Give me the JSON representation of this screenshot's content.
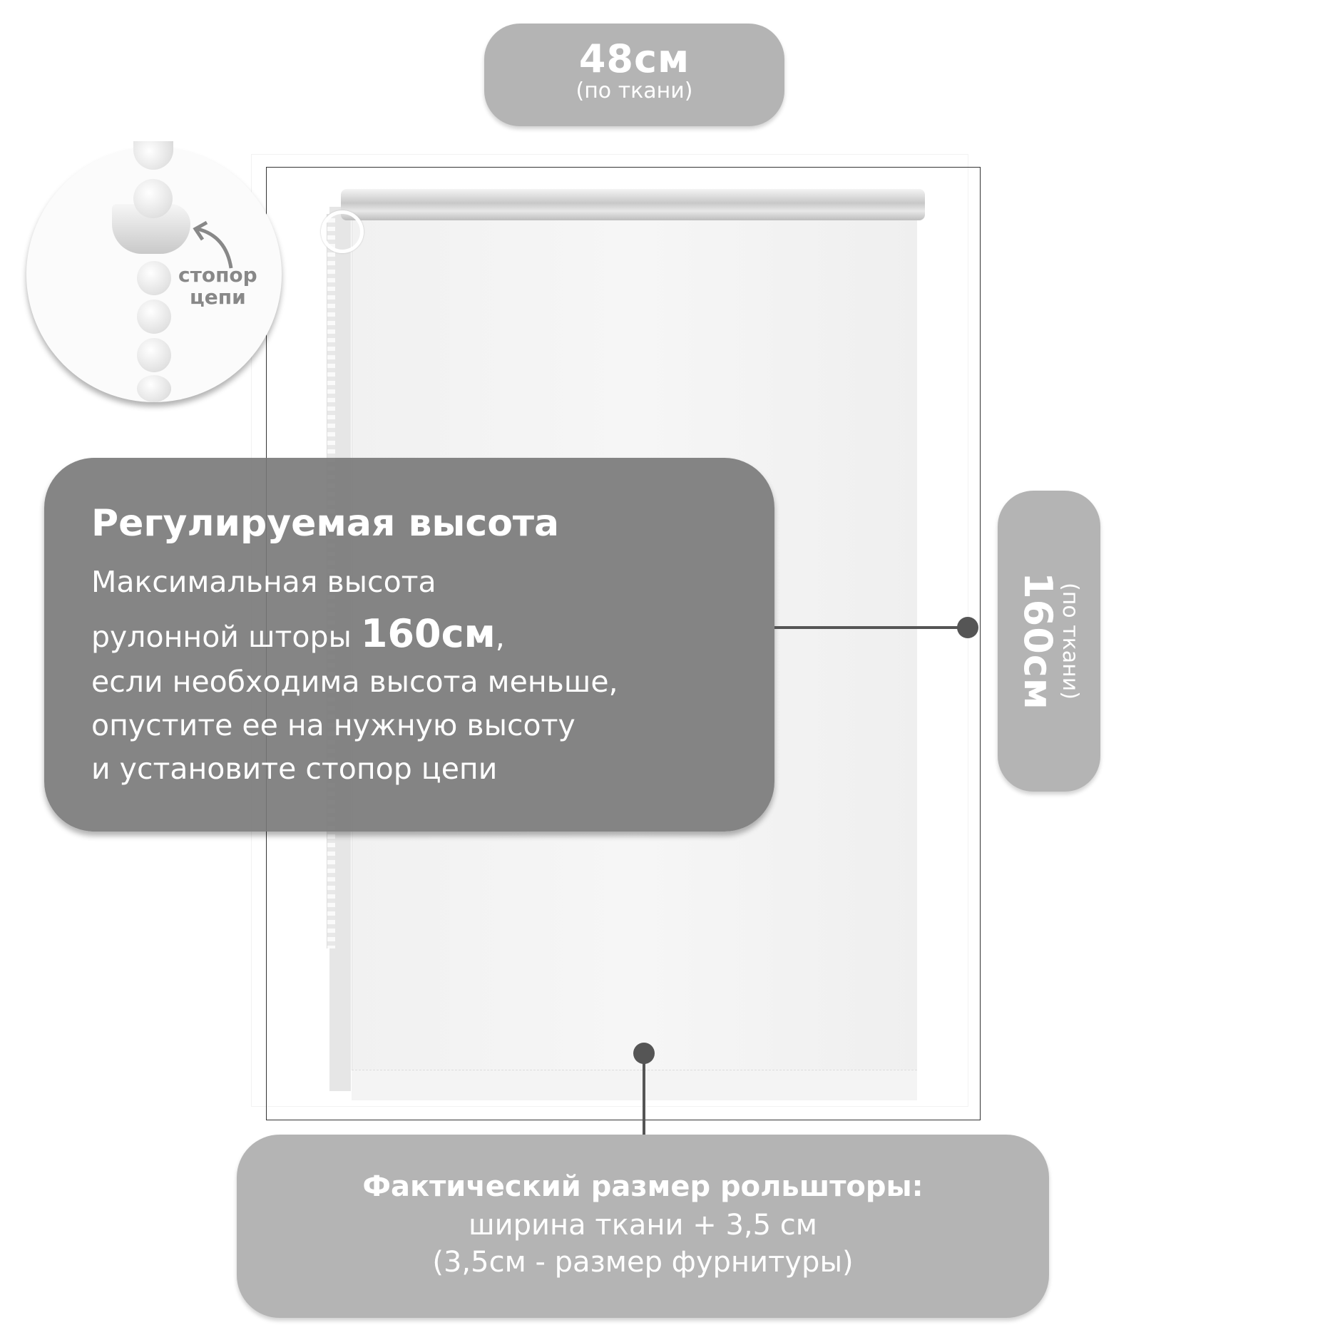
{
  "width_label": {
    "value": "48см",
    "note": "(по ткани)"
  },
  "height_label": {
    "value": "160см",
    "note": "(по ткани)"
  },
  "chain_stopper_label": {
    "line1": "стопор",
    "line2": "цепи"
  },
  "info_box": {
    "title": "Регулируемая высота",
    "line1": "Максимальная высота",
    "line2_prefix": "рулонной шторы ",
    "line2_bold": "160см",
    "line2_suffix": ",",
    "line3": "если необходима высота меньше,",
    "line4": "опустите ее на нужную высоту",
    "line5": "и установите стопор цепи"
  },
  "actual_size": {
    "title": "Фактический размер рольшторы:",
    "line1": "ширина ткани + 3,5 см",
    "line2": "(3,5см - размер фурнитуры)"
  },
  "colors": {
    "pill": "#b4b4b4",
    "info_box": "#787878",
    "connector": "#555555"
  }
}
